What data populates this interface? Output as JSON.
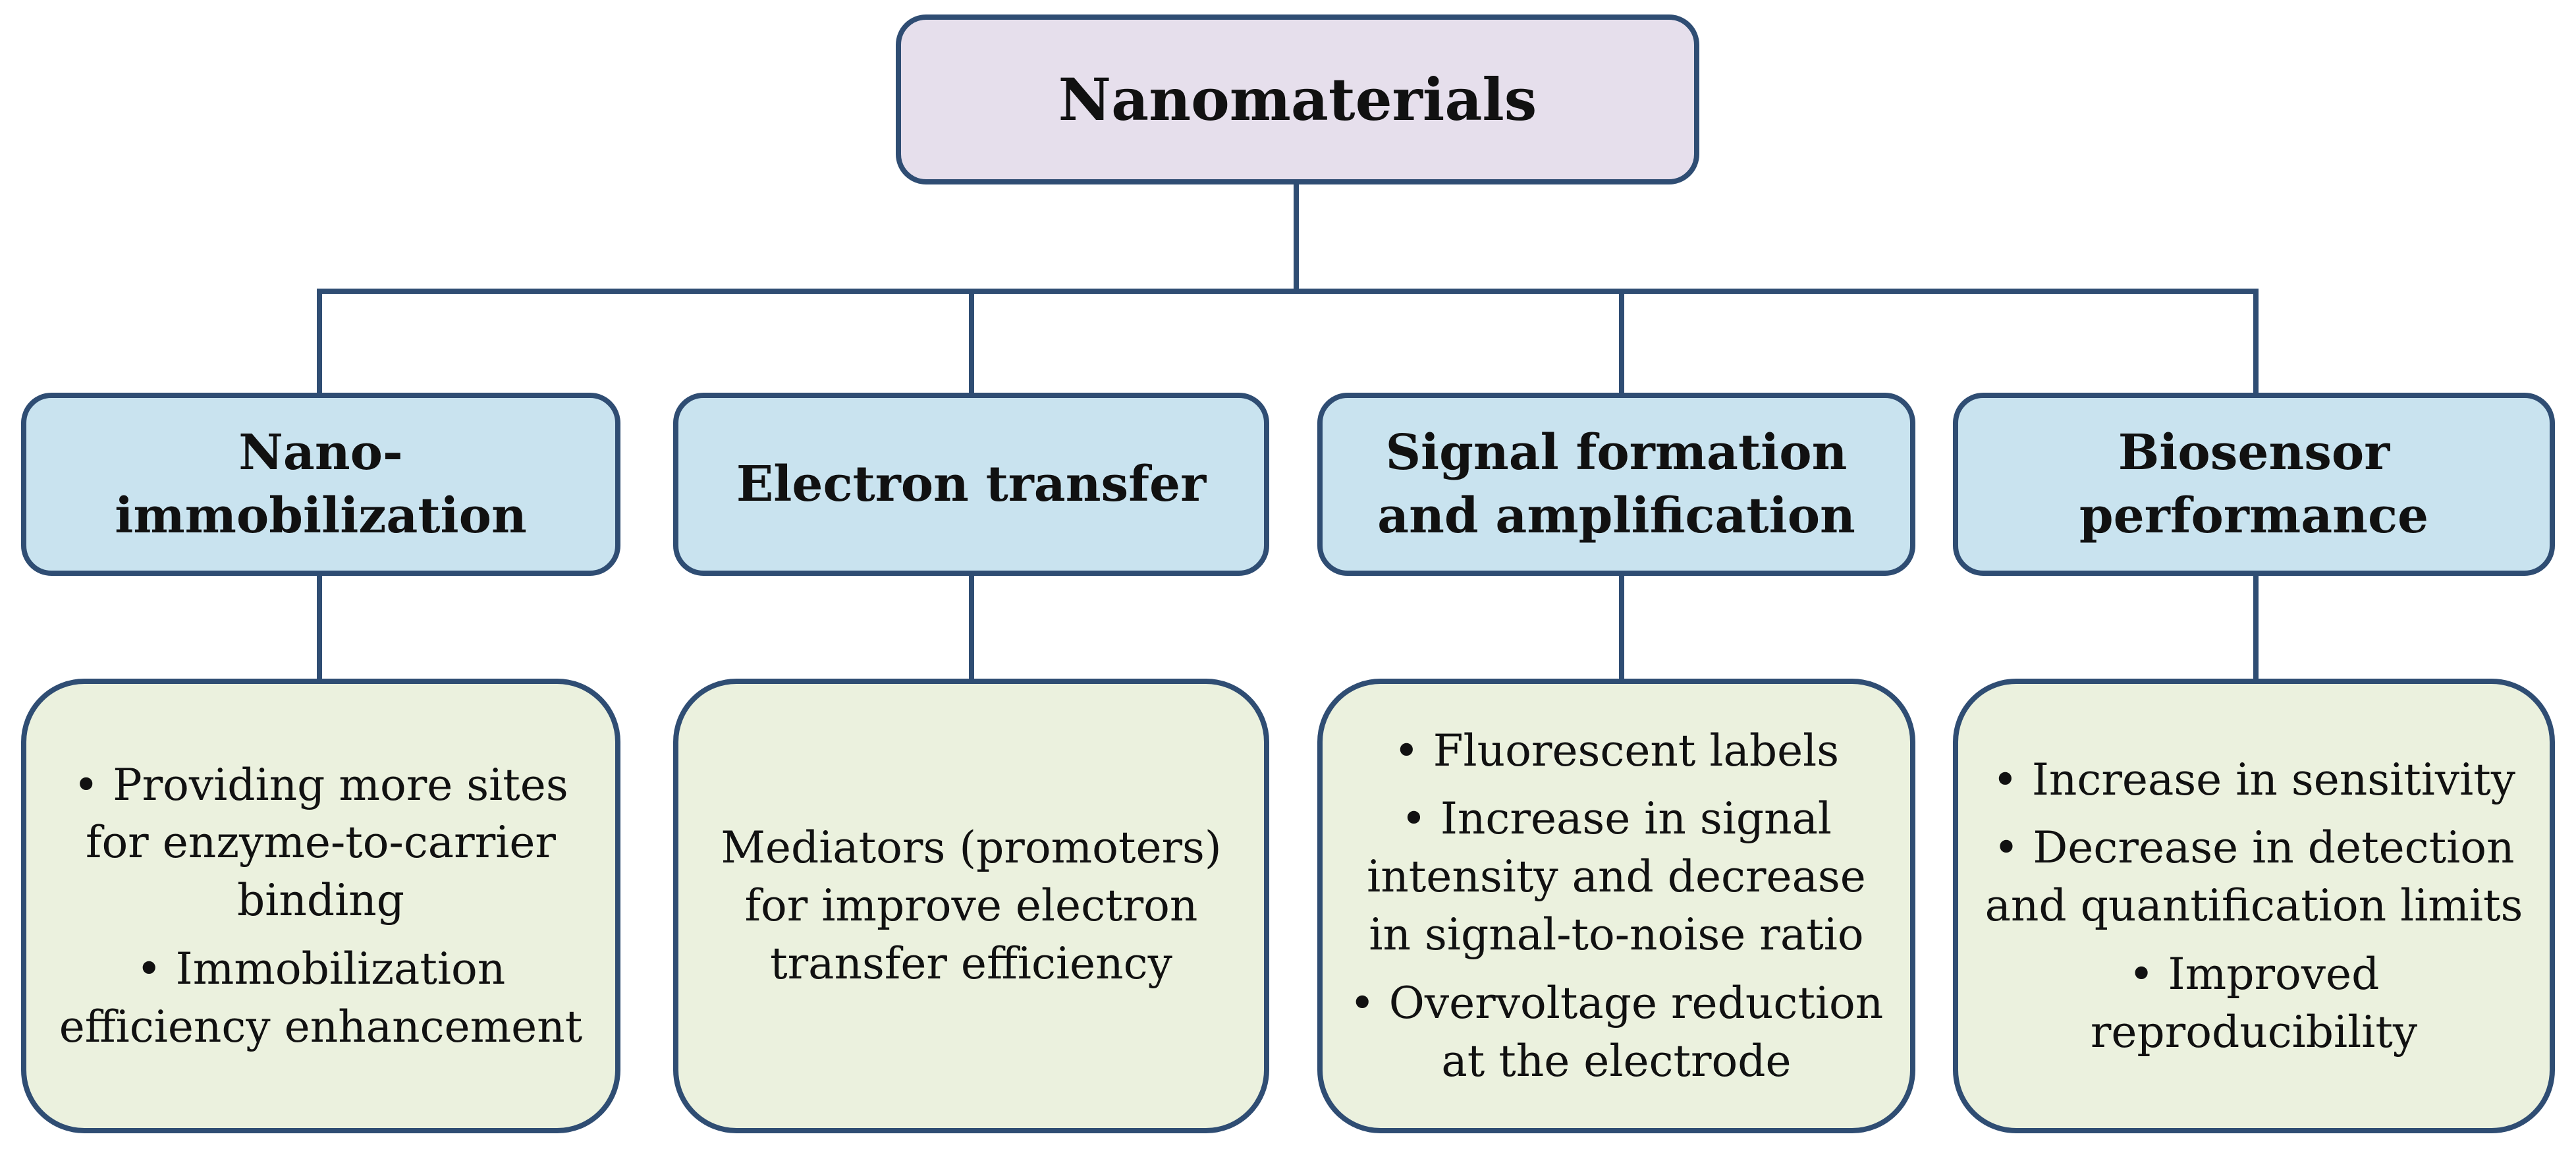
{
  "root": {
    "title": "Nanomaterials"
  },
  "categories": [
    {
      "title": "Nano-immobilization",
      "details": [
        "• Providing  more sites for enzyme-to-carrier binding",
        "• Immobilization efficiency enhancement"
      ]
    },
    {
      "title": "Electron transfer",
      "details": [
        "Mediators (promoters) for improve electron transfer efficiency"
      ]
    },
    {
      "title": "Signal formation and amplification",
      "details": [
        "• Fluorescent labels",
        "• Increase in signal intensity and decrease in signal-to-noise ratio",
        "• Overvoltage  reduction at the electrode"
      ]
    },
    {
      "title": "Biosensor performance",
      "details": [
        "• Increase in sensitivity",
        "• Decrease in detection and quantification limits",
        "• Improved reproducibility"
      ]
    }
  ],
  "colors": {
    "connector": "#2f4d73",
    "root_fill": "#e6dfec",
    "category_fill": "#c9e3ef",
    "detail_fill": "#ebf1de"
  }
}
